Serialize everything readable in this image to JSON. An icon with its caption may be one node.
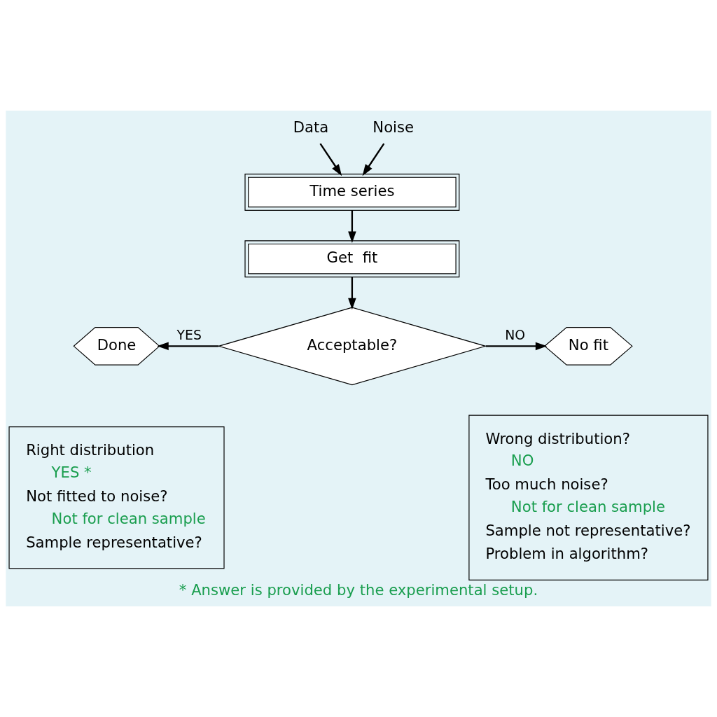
{
  "diagram": {
    "caption": "* Answer is provided by the experimental setup.",
    "nodes": [
      {
        "text": [
          "Data"
        ]
      },
      {
        "text": [
          "Noise"
        ]
      },
      {
        "text": [
          "Time series"
        ]
      },
      {
        "text": [
          "Get  fit"
        ]
      },
      {
        "text": [
          "Acceptable?"
        ]
      },
      {
        "text": [
          "Done"
        ]
      },
      {
        "text": [
          "No fit"
        ]
      },
      {
        "text": [
          "Right distribution",
          "YES *",
          "Not fitted to noise?",
          "Not for clean sample",
          "Sample representative?"
        ]
      },
      {
        "text": [
          "Wrong distribution?",
          "NO",
          "Too much noise?",
          "Not for clean sample",
          "Sample not representative?",
          "Problem in algorithm?"
        ]
      }
    ],
    "edges": [
      {
        "from": 0,
        "to": 2,
        "arrow": "to"
      },
      {
        "from": 1,
        "to": 2,
        "arrow": "to"
      },
      {
        "from": 2,
        "to": 3,
        "arrow": "to"
      },
      {
        "from": 3,
        "to": 4,
        "arrow": "to"
      },
      {
        "from": 4,
        "to": 5,
        "arrow": "to",
        "label": "YES"
      },
      {
        "from": 4,
        "to": 6,
        "arrow": "to",
        "label": "NO"
      }
    ]
  }
}
